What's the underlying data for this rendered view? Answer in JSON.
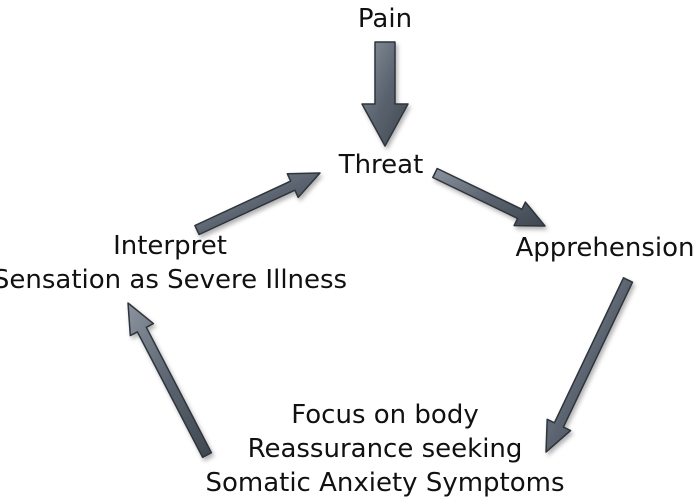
{
  "diagram": {
    "nodes": {
      "pain": "Pain",
      "threat": "Threat",
      "apprehension": "Apprehension",
      "interpret": [
        "Interpret",
        "Sensation as Severe Illness"
      ],
      "symptoms": [
        "Focus on body",
        "Reassurance seeking",
        "Somatic Anxiety Symptoms"
      ]
    },
    "edges": [
      {
        "from": "pain",
        "to": "threat"
      },
      {
        "from": "threat",
        "to": "apprehension"
      },
      {
        "from": "apprehension",
        "to": "symptoms"
      },
      {
        "from": "symptoms",
        "to": "interpret"
      },
      {
        "from": "interpret",
        "to": "threat"
      }
    ],
    "colors": {
      "arrow_fill": "#5b6470",
      "arrow_stroke": "#2e343b",
      "text": "#111111"
    }
  }
}
